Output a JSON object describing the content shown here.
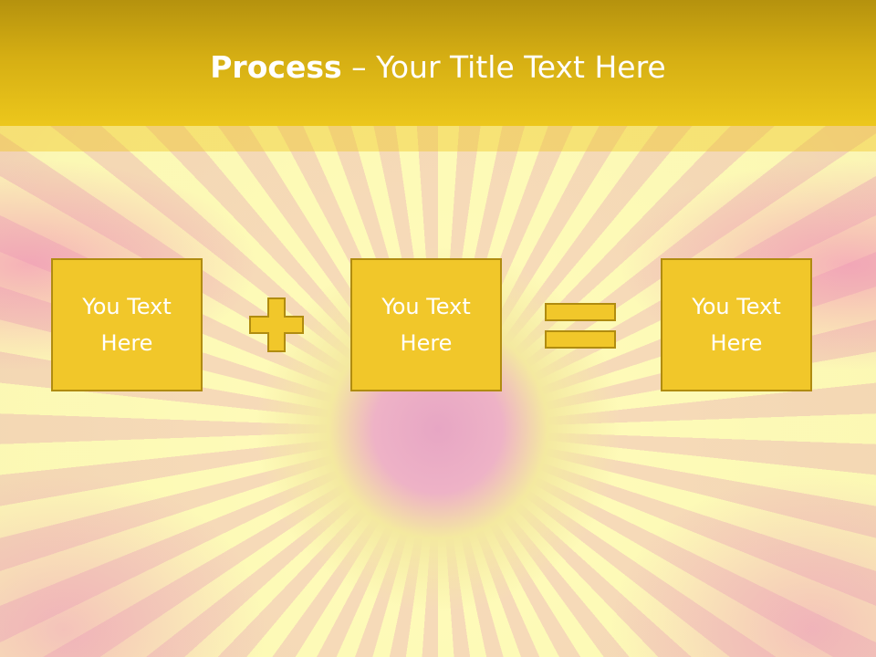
{
  "slide": {
    "title_bold": "Process",
    "title_separator": " – ",
    "title_rest": "Your Title Text Here"
  },
  "process": {
    "boxes": [
      {
        "label": "You Text\nHere"
      },
      {
        "label": "You Text\nHere"
      },
      {
        "label": "You Text\nHere"
      }
    ],
    "operators": [
      "plus-icon",
      "equals-icon"
    ]
  },
  "colors": {
    "header": "#d5ae13",
    "box_fill": "#f1c72a",
    "box_border": "#b08c10",
    "text": "#ffffff"
  }
}
